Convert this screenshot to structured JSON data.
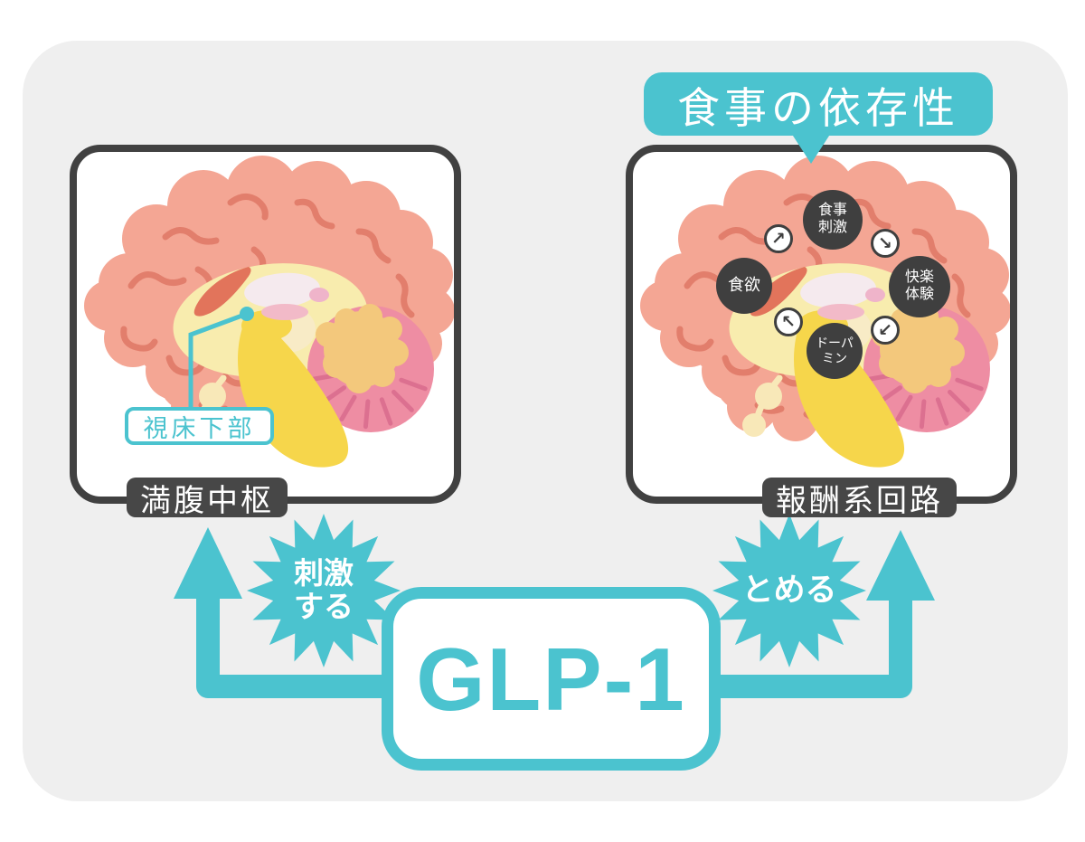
{
  "title_banner": {
    "label": "食事の依存性"
  },
  "left_panel": {
    "callout_label": "視床下部",
    "caption": "満腹中枢"
  },
  "right_panel": {
    "caption": "報酬系回路",
    "cycle_nodes": {
      "top": {
        "lines": [
          "食事",
          "刺激"
        ]
      },
      "right": {
        "lines": [
          "快楽",
          "体験"
        ]
      },
      "bottom": {
        "lines": [
          "ドーパ",
          "ミン"
        ]
      },
      "left": {
        "lines": [
          "食欲"
        ]
      }
    },
    "cycle_arrows": {
      "up_right": "↗",
      "down_right": "↘",
      "up_left": "↖",
      "down_left": "↙"
    }
  },
  "flow": {
    "glp1_label": "GLP-1",
    "left_burst_lines": [
      "刺激",
      "する"
    ],
    "right_burst": "とめる"
  },
  "palette": {
    "teal": "#4BC3CF",
    "charcoal": "#474747",
    "panel_border": "#414141",
    "canvas_bg": "#EFEFEF",
    "node_dark": "#3F3F3F",
    "brain_pink": "#F4A694",
    "brain_gyri": "#E27E6C",
    "brain_cream": "#F8ECAE",
    "brain_yellow": "#F6D64B",
    "cerebellum_pink": "#EE8DA3",
    "cerebellum_inner": "#F3C87C"
  }
}
